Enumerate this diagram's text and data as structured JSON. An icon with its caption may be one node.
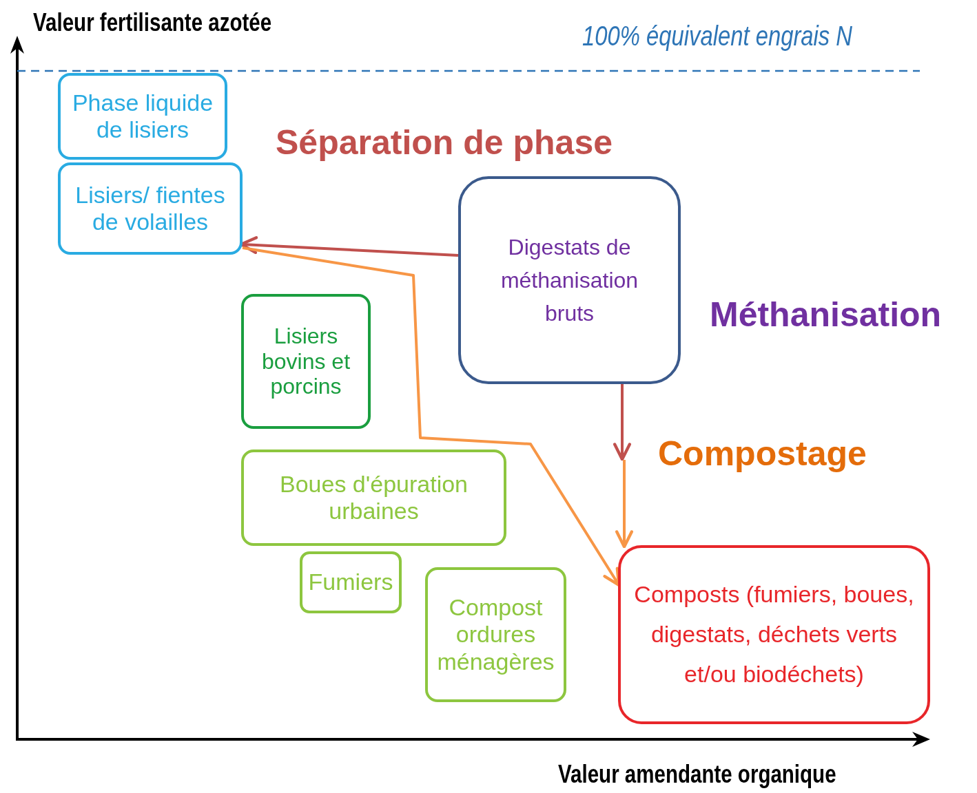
{
  "diagram": {
    "nodes": [
      {
        "text": [
          "Phase liquide de lisiers"
        ]
      },
      {
        "text": [
          "Lisiers/ fientes de volailles"
        ]
      },
      {
        "text": [
          "Lisiers bovins et porcins"
        ]
      },
      {
        "text": [
          "Boues d'épuration urbaines"
        ]
      },
      {
        "text": [
          "Fumiers"
        ]
      },
      {
        "text": [
          "Compost ordures ménagères"
        ]
      },
      {
        "text": [
          "Digestats de méthanisation bruts"
        ]
      },
      {
        "text": [
          "Composts (fumiers, boues, digestats, déchets verts et/ou biodéchets)"
        ]
      }
    ],
    "edges": [
      {
        "from": 6,
        "to": 1,
        "arrow": "to",
        "color": "#c0504d"
      },
      {
        "from": 6,
        "to": null,
        "arrow": "to",
        "color": "#c0504d"
      },
      {
        "from": null,
        "to": 7,
        "arrow": "to",
        "color": "#f79646"
      },
      {
        "from": 1,
        "to": 7,
        "arrow": "to",
        "color": "#f79646"
      }
    ],
    "labels": [
      "Valeur fertilisante azotée",
      "100% équivalent engrais N",
      "Séparation de phase",
      "Méthanisation",
      "Compostage",
      "Valeur amendante organique"
    ]
  }
}
